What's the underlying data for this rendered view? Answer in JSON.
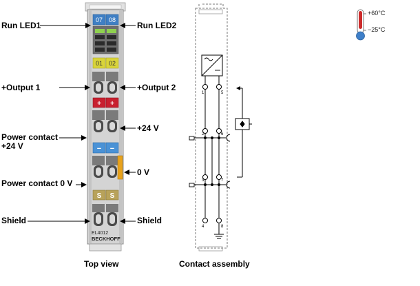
{
  "labels_left": {
    "run_led1": "Run LED1",
    "output1": "+Output 1",
    "power_contact_24v_line1": "Power contact",
    "power_contact_24v_line2": "+24 V",
    "power_contact_0v": "Power contact 0 V",
    "shield": "Shield"
  },
  "labels_right": {
    "run_led2": "Run LED2",
    "output2": "+Output 2",
    "plus24v": "+24 V",
    "zero_v": "0 V",
    "shield": "Shield"
  },
  "module": {
    "led_labels": [
      "07",
      "08"
    ],
    "output_labels": [
      "01",
      "02"
    ],
    "plus_labels": [
      "+",
      "+"
    ],
    "minus_labels": [
      "−",
      "−"
    ],
    "shield_labels": [
      "S",
      "S"
    ],
    "model": "EL4012",
    "brand": "BECKHOFF",
    "terminal_numbers": [
      "1",
      "2",
      "3",
      "4",
      "5",
      "6",
      "7",
      "8"
    ]
  },
  "temperature": {
    "max": "+60°C",
    "min": "−25°C"
  },
  "captions": {
    "top_view": "Top view",
    "contact_assembly": "Contact assembly"
  },
  "colors": {
    "led_blue": "#3f7fc4",
    "output_yellow": "#d9d43a",
    "plus_red": "#c8202f",
    "minus_blue": "#4a92d6",
    "shield_khaki": "#b8a25a",
    "orange_tab": "#e8a21c",
    "housing_grey": "#d4d4d4"
  }
}
